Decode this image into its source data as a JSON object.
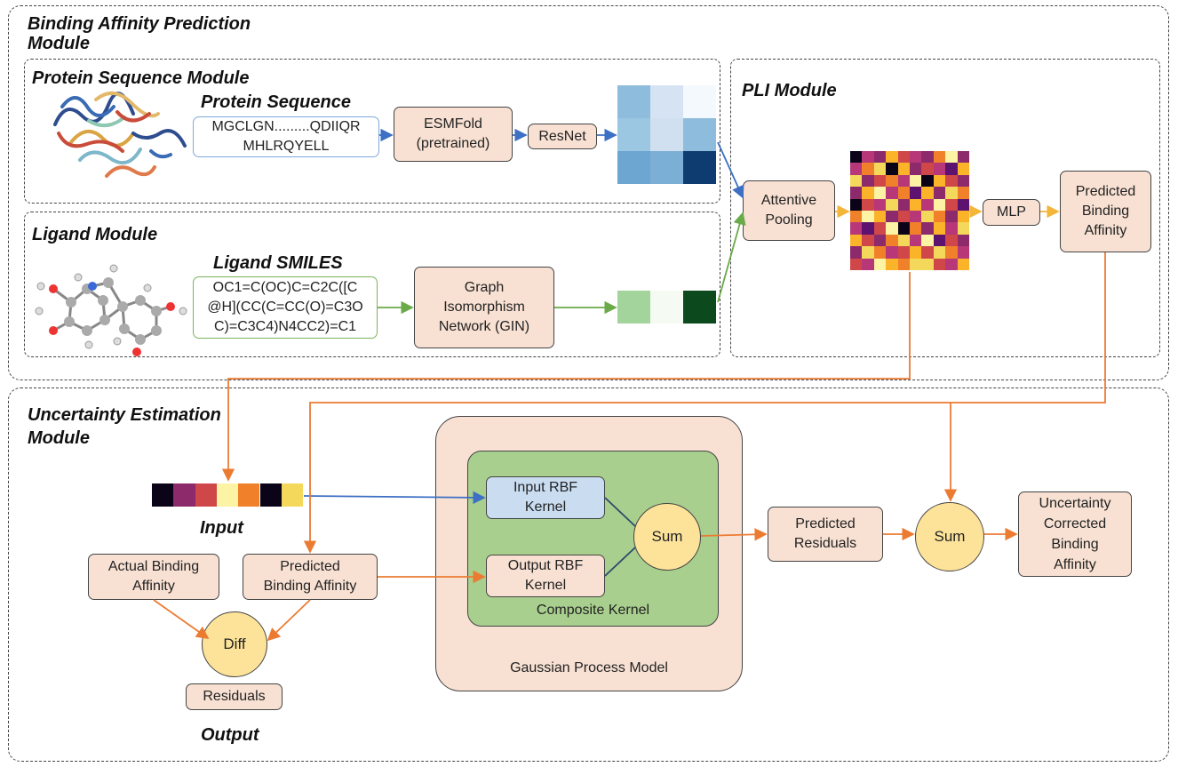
{
  "modules": {
    "binding_affinity": "Binding Affinity Prediction Module",
    "protein_sequence": "Protein Sequence Module",
    "ligand": "Ligand Module",
    "pli": "PLI Module",
    "uncertainty": "Uncertainty Estimation Module"
  },
  "protein": {
    "label": "Protein Sequence",
    "sequence_line1": "MGCLGN.........QDIIQR",
    "sequence_line2": "MHLRQYELL",
    "esmfold_line1": "ESMFold",
    "esmfold_line2": "(pretrained)",
    "resnet": "ResNet",
    "feature_colors": [
      "#8dbcdc",
      "#d5e3f2",
      "#f4f9fe",
      "#9cc7e2",
      "#d0e0f0",
      "#8dbcdc",
      "#6ca6d1",
      "#7cafd6",
      "#0e3c70"
    ]
  },
  "ligand": {
    "label": "Ligand SMILES",
    "smiles_line1": "OC1=C(OC)C=C2C([C",
    "smiles_line2": "@H](CC(C=CC(O)=C3O",
    "smiles_line3": "C)=C3C4)N4CC2)=C1",
    "gin_line1": "Graph",
    "gin_line2": "Isomorphism",
    "gin_line3": "Network (GIN)",
    "feature_colors": [
      "#a3d49b",
      "#f5faf3",
      "#0c4a1e"
    ]
  },
  "pli": {
    "attentive_line1": "Attentive",
    "attentive_line2": "Pooling",
    "mlp": "MLP",
    "predicted_line1": "Predicted",
    "predicted_line2": "Binding",
    "predicted_line3": "Affinity"
  },
  "uncertainty": {
    "input_label": "Input",
    "output_label": "Output",
    "input_colors": [
      "#0b0418",
      "#8c2a6b",
      "#cf4748",
      "#fdf3a4",
      "#f0812a",
      "#0b0418",
      "#f3d85c"
    ],
    "actual_line1": "Actual Binding",
    "actual_line2": "Affinity",
    "predicted_line1": "Predicted",
    "predicted_line2": "Binding Affinity",
    "diff": "Diff",
    "residuals": "Residuals",
    "input_rbf_line1": "Input RBF",
    "input_rbf_line2": "Kernel",
    "output_rbf_line1": "Output RBF",
    "output_rbf_line2": "Kernel",
    "sum": "Sum",
    "composite_kernel": "Composite Kernel",
    "gaussian_process": "Gaussian Process Model",
    "pred_residuals_line1": "Predicted",
    "pred_residuals_line2": "Residuals",
    "sum2": "Sum",
    "corrected_line1": "Uncertainty",
    "corrected_line2": "Corrected",
    "corrected_line3": "Binding",
    "corrected_line4": "Affinity"
  },
  "heatmap_palette": [
    "#0b0418",
    "#5c126e",
    "#8c2a6b",
    "#b73779",
    "#cf4748",
    "#f0812a",
    "#fbb42a",
    "#f3d85c",
    "#fdf3a4"
  ],
  "heatmap_indices": [
    [
      0,
      3,
      2,
      6,
      4,
      3,
      2,
      5,
      8,
      2
    ],
    [
      3,
      5,
      7,
      0,
      6,
      2,
      4,
      3,
      1,
      6
    ],
    [
      7,
      2,
      4,
      5,
      3,
      8,
      0,
      6,
      4,
      2
    ],
    [
      2,
      6,
      8,
      3,
      5,
      1,
      6,
      2,
      7,
      5
    ],
    [
      0,
      4,
      3,
      7,
      2,
      6,
      3,
      8,
      4,
      1
    ],
    [
      5,
      8,
      6,
      2,
      4,
      3,
      7,
      5,
      2,
      6
    ],
    [
      3,
      1,
      4,
      8,
      0,
      5,
      2,
      6,
      3,
      7
    ],
    [
      6,
      4,
      2,
      5,
      7,
      3,
      8,
      1,
      4,
      2
    ],
    [
      2,
      7,
      5,
      3,
      4,
      6,
      4,
      7,
      5,
      3
    ],
    [
      4,
      3,
      8,
      6,
      5,
      7,
      7,
      4,
      3,
      6
    ]
  ],
  "colors": {
    "arrow_blue": "#3d6fc4",
    "arrow_green": "#6aaa48",
    "arrow_orange": "#ec7b32",
    "arrow_yellow": "#f3b53a",
    "box_fill": "#f8e1d3",
    "circle_fill": "#fde39a",
    "kernel_green": "#a9cf8e",
    "input_kernel_blue": "#c9dcf0"
  }
}
